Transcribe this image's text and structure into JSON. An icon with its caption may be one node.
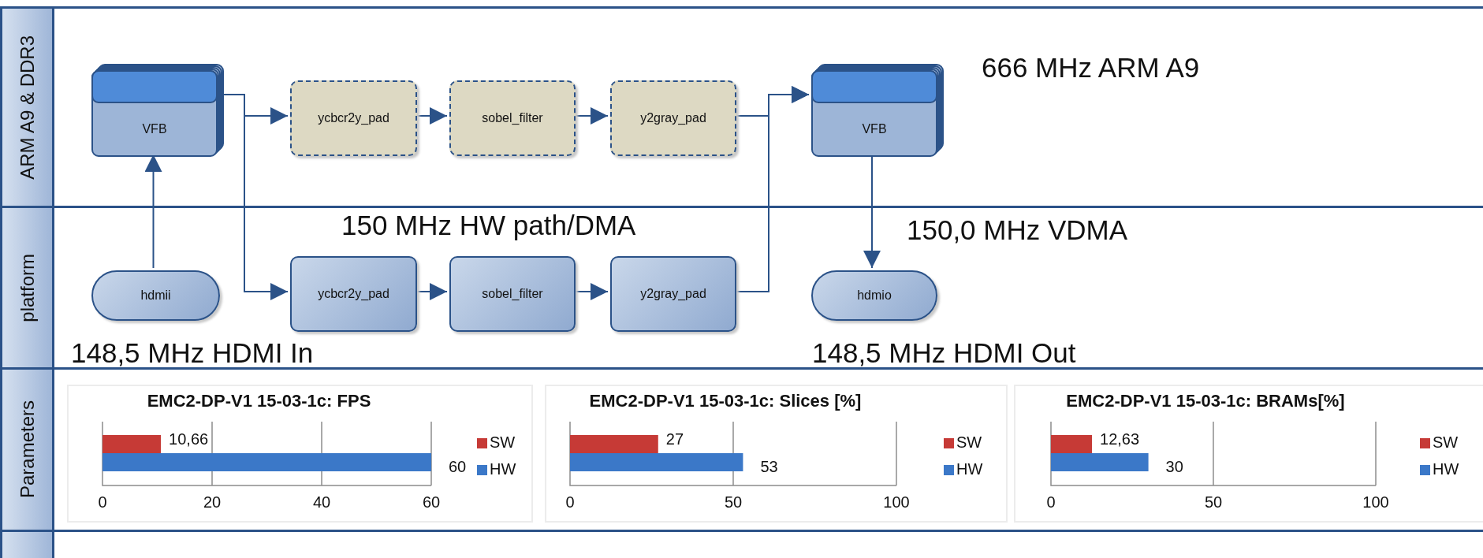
{
  "diagram": {
    "nodes": [
      {
        "text": [
          "ARM A9 & DDR3"
        ]
      },
      {
        "text": [
          "VFB"
        ],
        "in": 0
      },
      {
        "text": [
          "ycbcr2y_pad"
        ],
        "in": 0
      },
      {
        "text": [
          "sobel_filter"
        ],
        "in": 0
      },
      {
        "text": [
          "y2gray_pad"
        ],
        "in": 0
      },
      {
        "text": [
          "VFB"
        ],
        "in": 0
      },
      {
        "text": [
          "platform"
        ]
      },
      {
        "text": [
          "hdmii"
        ],
        "in": 6
      },
      {
        "text": [
          "ycbcr2y_pad"
        ],
        "in": 6
      },
      {
        "text": [
          "sobel_filter"
        ],
        "in": 6
      },
      {
        "text": [
          "y2gray_pad"
        ],
        "in": 6
      },
      {
        "text": [
          "hdmio"
        ],
        "in": 6
      },
      {
        "text": [
          "Parameters"
        ]
      },
      {
        "text": [],
        "shape": "band"
      }
    ],
    "edges": [
      {
        "from": 7,
        "to": 1,
        "arrow": "to"
      },
      {
        "from": 1,
        "to": 2,
        "arrow": "to"
      },
      {
        "from": 1,
        "to": 8,
        "arrow": "to"
      },
      {
        "from": 2,
        "to": 3,
        "arrow": "to"
      },
      {
        "from": 3,
        "to": 4,
        "arrow": "to"
      },
      {
        "from": 8,
        "to": 9,
        "arrow": "to"
      },
      {
        "from": 9,
        "to": 10,
        "arrow": "to"
      },
      {
        "from": 4,
        "to": 5,
        "arrow": "to"
      },
      {
        "from": 10,
        "to": 5,
        "arrow": "to"
      },
      {
        "from": 5,
        "to": 11,
        "arrow": "to"
      }
    ],
    "labels": [
      "666 MHz ARM A9",
      "150 MHz HW path/DMA",
      "150,0 MHz VDMA",
      "148,5 MHz HDMI In",
      "148,5 MHz HDMI Out"
    ],
    "chart_data": [
      {
        "type": "bar",
        "orientation": "horizontal",
        "title": "EMC2-DP-V1 15-03-1c: FPS",
        "legend": "right",
        "categories": [
          null
        ],
        "xlim": [
          0,
          60
        ],
        "xticks": [
          0,
          20,
          40,
          60
        ],
        "series": [
          {
            "name": "SW",
            "color": "#c63a36",
            "values": [
              10.66
            ],
            "value_labels": [
              "10,66"
            ]
          },
          {
            "name": "HW",
            "color": "#3b78c8",
            "values": [
              60
            ],
            "value_labels": [
              "60"
            ]
          }
        ]
      },
      {
        "type": "bar",
        "orientation": "horizontal",
        "title": "EMC2-DP-V1 15-03-1c: Slices [%]",
        "legend": "right",
        "categories": [
          null
        ],
        "xlim": [
          0,
          100
        ],
        "xticks": [
          0,
          50,
          100
        ],
        "series": [
          {
            "name": "SW",
            "color": "#c63a36",
            "values": [
              27
            ],
            "value_labels": [
              "27"
            ]
          },
          {
            "name": "HW",
            "color": "#3b78c8",
            "values": [
              53
            ],
            "value_labels": [
              "53"
            ]
          }
        ]
      },
      {
        "type": "bar",
        "orientation": "horizontal",
        "title": "EMC2-DP-V1 15-03-1c: BRAMs[%]",
        "legend": "right",
        "categories": [
          null
        ],
        "xlim": [
          0,
          100
        ],
        "xticks": [
          0,
          50,
          100
        ],
        "series": [
          {
            "name": "SW",
            "color": "#c63a36",
            "values": [
              12.63
            ],
            "value_labels": [
              "12,63"
            ]
          },
          {
            "name": "HW",
            "color": "#3b78c8",
            "values": [
              30
            ],
            "value_labels": [
              "30"
            ]
          }
        ]
      }
    ]
  }
}
